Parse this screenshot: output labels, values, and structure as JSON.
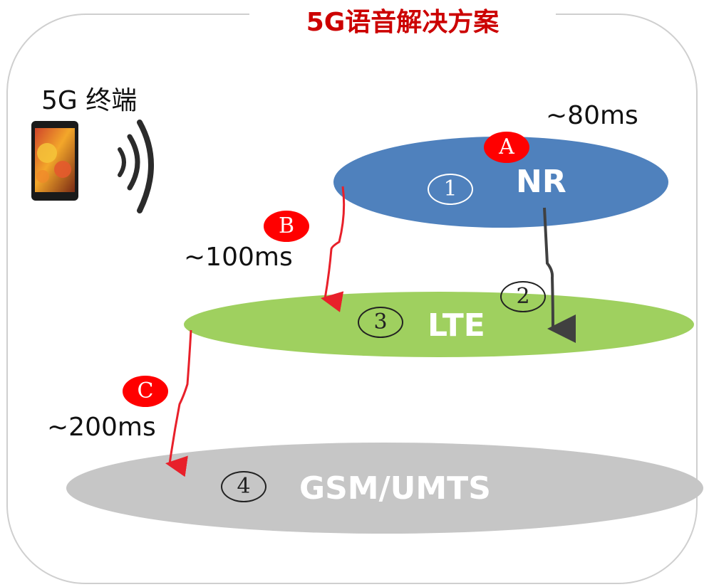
{
  "title": "5G语音解决方案",
  "device": {
    "label": "5G 终端"
  },
  "networks": [
    {
      "name": "NR",
      "number": "1",
      "color": "#4f81bd"
    },
    {
      "name": "LTE",
      "number": "3",
      "color": "#9fd05f"
    },
    {
      "name": "GSM/UMTS",
      "number": "4",
      "color": "#c6c6c6"
    }
  ],
  "transitions": [
    {
      "badge": "A",
      "latency": "~80ms",
      "color": "#ff0000"
    },
    {
      "badge": "B",
      "latency": "~100ms",
      "color": "#ff0000"
    },
    {
      "badge": "C",
      "latency": "~200ms",
      "color": "#ff0000"
    }
  ],
  "fallback": {
    "number": "2",
    "color": "#404040"
  }
}
